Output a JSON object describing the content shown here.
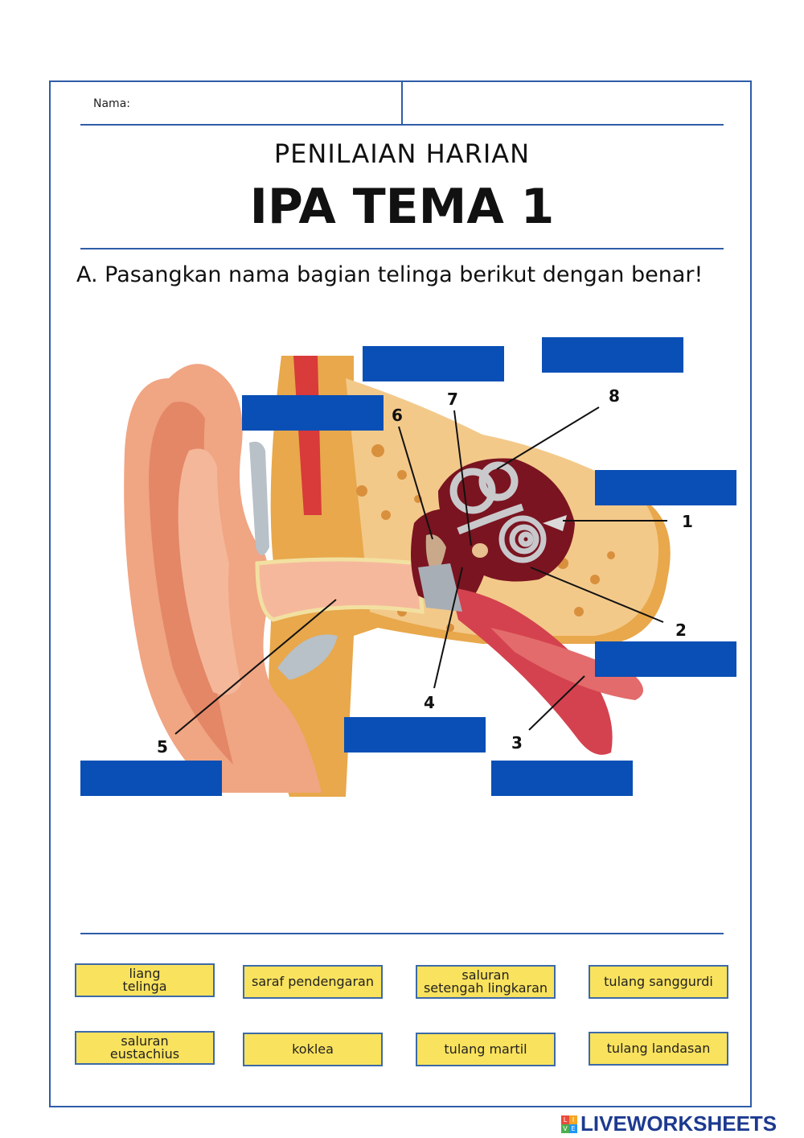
{
  "header": {
    "name_label": "Nama:"
  },
  "title": {
    "subtitle": "PENILAIAN HARIAN",
    "main": "IPA TEMA 1"
  },
  "instruction": "A. Pasangkan nama bagian telinga berikut dengan benar!",
  "diagram": {
    "numbers": [
      "1",
      "2",
      "3",
      "4",
      "5",
      "6",
      "7",
      "8"
    ]
  },
  "colors": {
    "frame": "#2f5da8",
    "dropzone": "#0a4fb5",
    "card": "#f9e25d"
  },
  "answer_cards": [
    "liang\ntelinga",
    "saraf pendengaran",
    "saluran\nsetengah lingkaran",
    "tulang sanggurdi",
    "saluran\neustachius",
    "koklea",
    "tulang martil",
    "tulang landasan"
  ],
  "footer": {
    "brand": "LIVEWORKSHEETS",
    "logo_letters": [
      "L",
      "I",
      "V",
      "E"
    ]
  }
}
